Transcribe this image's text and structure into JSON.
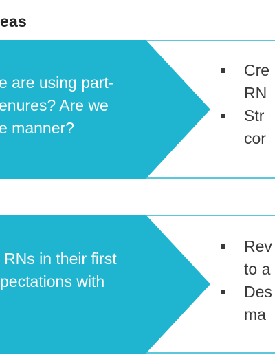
{
  "heading": "eas",
  "rows": [
    {
      "arrow_lines": [
        "e are using part-",
        "enures? Are we",
        "e manner?"
      ],
      "bullets": [
        {
          "lines": [
            "Cre",
            "RN"
          ]
        },
        {
          "lines": [
            "Str",
            "cor"
          ]
        }
      ]
    },
    {
      "arrow_lines": [
        "RNs in their first",
        "pectations with"
      ],
      "bullets": [
        {
          "lines": [
            "Rev",
            "to a"
          ]
        },
        {
          "lines": [
            "Des",
            "ma"
          ]
        }
      ]
    }
  ],
  "colors": {
    "arrow_fill": "#1fb4cf",
    "panel_border": "#5cc6dc",
    "text_dark": "#3a3a3a"
  }
}
